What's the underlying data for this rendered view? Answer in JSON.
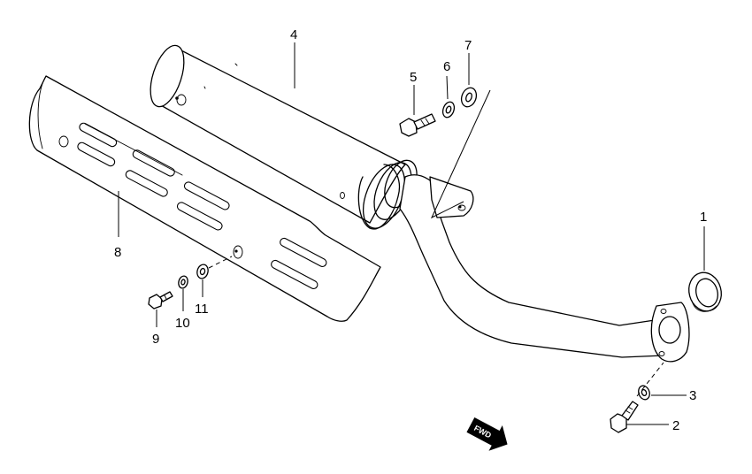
{
  "callouts": {
    "c1": "1",
    "c2": "2",
    "c3": "3",
    "c4": "4",
    "c5": "5",
    "c6": "6",
    "c7": "7",
    "c8": "8",
    "c9": "9",
    "c10": "10",
    "c11": "11"
  },
  "fwd_label": "FWD"
}
